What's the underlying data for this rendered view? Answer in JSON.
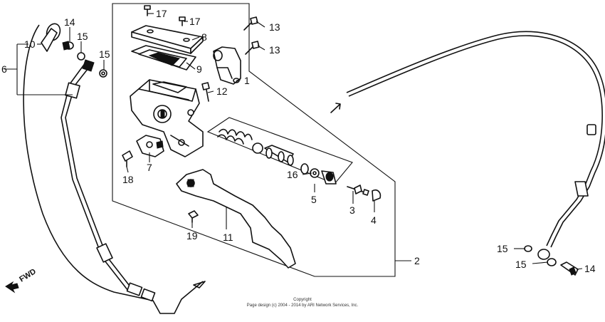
{
  "callouts": {
    "c1": "1",
    "c2": "2",
    "c3": "3",
    "c4": "4",
    "c5": "5",
    "c6": "6",
    "c7": "7",
    "c8": "8",
    "c9": "9",
    "c10": "10",
    "c11": "11",
    "c12": "12",
    "c13a": "13",
    "c13b": "13",
    "c14a": "14",
    "c14b": "14",
    "c15a": "15",
    "c15b": "15",
    "c15c": "15",
    "c15d": "15",
    "c16": "16",
    "c17a": "17",
    "c17b": "17",
    "c18": "18",
    "c19": "19"
  },
  "fwd_label": "FWD",
  "copyright": {
    "line1": "Copyright",
    "line2": "Page design (c) 2004 - 2014 by ARI Network Services, Inc."
  }
}
